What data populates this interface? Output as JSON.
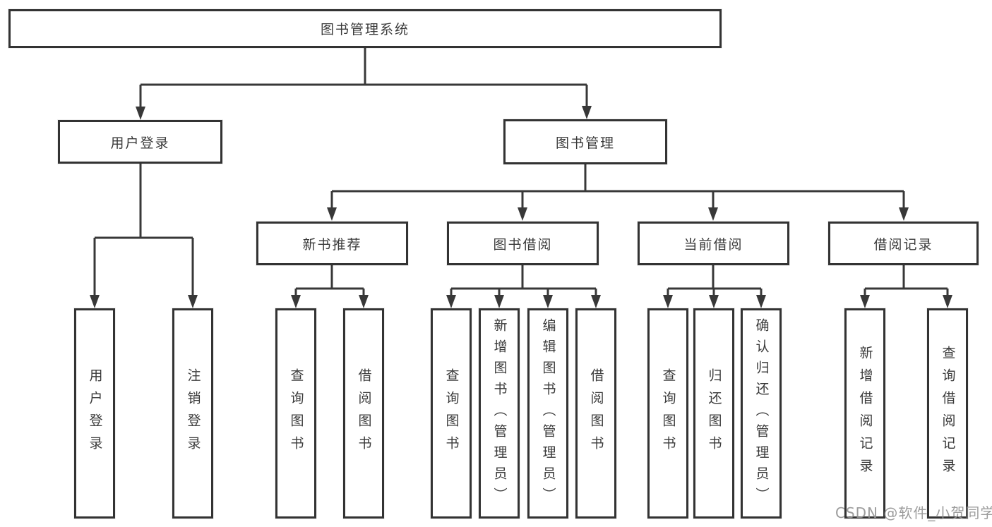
{
  "tree": {
    "root": {
      "label": "图书管理系统"
    },
    "level2": [
      {
        "label": "用户登录",
        "children": [
          {
            "label": "用户登录"
          },
          {
            "label": "注销登录"
          }
        ]
      },
      {
        "label": "图书管理",
        "children": [
          {
            "label": "新书推荐",
            "children": [
              {
                "label": "查询图书"
              },
              {
                "label": "借阅图书"
              }
            ]
          },
          {
            "label": "图书借阅",
            "children": [
              {
                "label": "查询图书"
              },
              {
                "label": "新增图书（管理员）"
              },
              {
                "label": "编辑图书（管理员）"
              },
              {
                "label": "借阅图书"
              }
            ]
          },
          {
            "label": "当前借阅",
            "children": [
              {
                "label": "查询图书"
              },
              {
                "label": "归还图书"
              },
              {
                "label": "确认归还（管理员）"
              }
            ]
          },
          {
            "label": "借阅记录",
            "children": [
              {
                "label": "新增借阅记录"
              },
              {
                "label": "查询借阅记录"
              }
            ]
          }
        ]
      }
    ]
  },
  "watermark": {
    "text": "CSDN @软件_小贺同学"
  },
  "colors": {
    "line": "#383838",
    "box_border": "#333333",
    "text": "#3a3a3a",
    "watermark": "#919191",
    "background": "#ffffff"
  }
}
